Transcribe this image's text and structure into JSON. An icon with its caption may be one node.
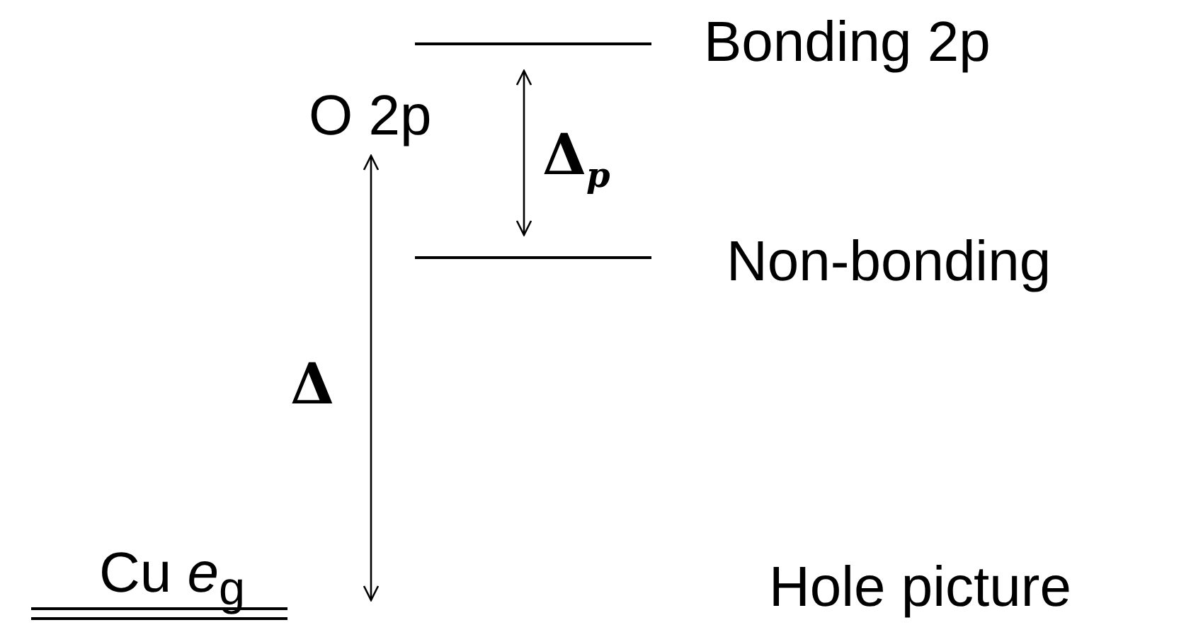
{
  "diagram": {
    "labels": [
      "Bonding 2p",
      "O 2p",
      "Δ$_{p}$",
      "Non-bonding",
      "Δ",
      "Cu *e*$_{g}$",
      "Hole picture"
    ]
  }
}
